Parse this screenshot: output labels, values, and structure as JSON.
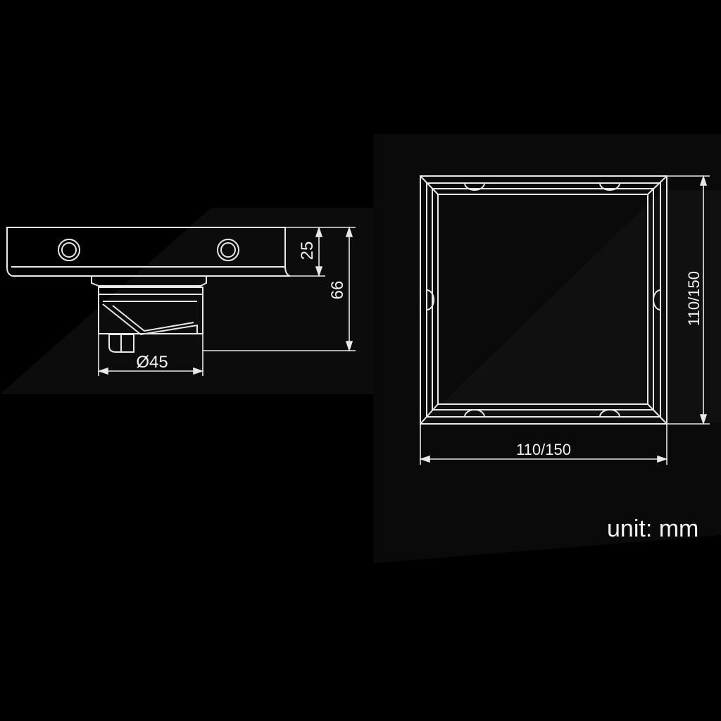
{
  "drawing": {
    "side_view": {
      "flange_height": "25",
      "total_height": "66",
      "outlet_diameter": "Ø45"
    },
    "top_view": {
      "width": "110/150",
      "height": "110/150"
    },
    "unit_label": "unit: mm",
    "colors": {
      "background": "#000000",
      "line": "#e8e8e8",
      "shading": "#0d0d0d"
    }
  }
}
